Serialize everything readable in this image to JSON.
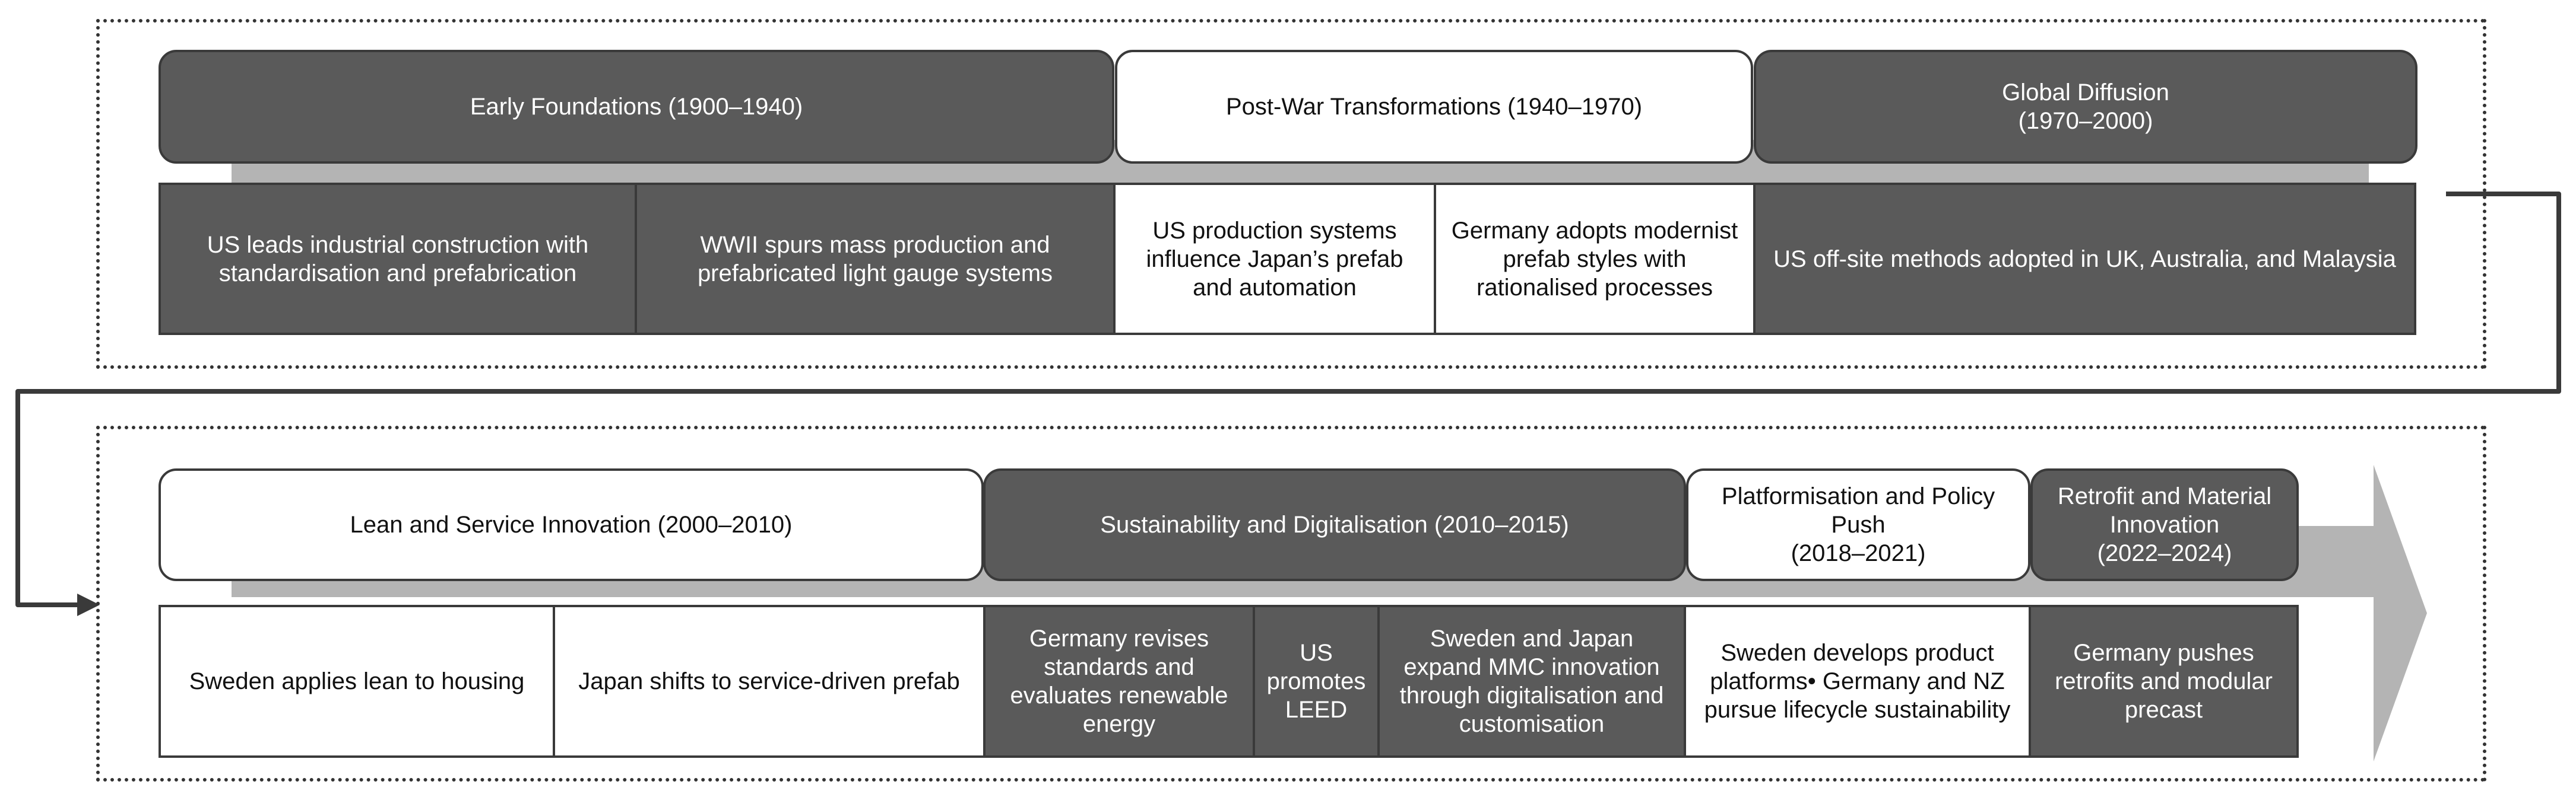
{
  "rows": [
    {
      "headers": [
        {
          "label": "Early Foundations (1900–1940)",
          "style": "dark"
        },
        {
          "label": "Post-War Transformations (1940–1970)",
          "style": "light"
        },
        {
          "label": "Global Diffusion\n(1970–2000)",
          "style": "dark"
        }
      ],
      "events": [
        {
          "text": "US leads industrial construction with standardisation and prefabrication",
          "style": "dark"
        },
        {
          "text": "WWII spurs mass production and prefabricated light gauge systems",
          "style": "dark"
        },
        {
          "text": "US production systems influence Japan’s prefab and automation",
          "style": "light"
        },
        {
          "text": "Germany adopts modernist prefab styles with rationalised processes",
          "style": "light"
        },
        {
          "text": "US off-site methods adopted in UK, Australia, and Malaysia",
          "style": "dark"
        }
      ]
    },
    {
      "headers": [
        {
          "label": "Lean and Service Innovation (2000–2010)",
          "style": "light"
        },
        {
          "label": "Sustainability and Digitalisation (2010–2015)",
          "style": "dark"
        },
        {
          "label": "Platformisation and Policy Push\n(2018–2021)",
          "style": "light"
        },
        {
          "label": "Retrofit and Material Innovation\n(2022–2024)",
          "style": "dark"
        }
      ],
      "events": [
        {
          "text": "Sweden applies lean to housing",
          "style": "light"
        },
        {
          "text": "Japan shifts to service-driven prefab",
          "style": "light"
        },
        {
          "text": "Germany revises standards and evaluates renewable energy",
          "style": "dark"
        },
        {
          "text": "US promotes LEED",
          "style": "dark"
        },
        {
          "text": "Sweden and Japan expand MMC innovation through digitalisation and customisation",
          "style": "dark"
        },
        {
          "text": "Sweden develops product platforms• Germany and NZ pursue lifecycle sustainability",
          "style": "light"
        },
        {
          "text": "Germany pushes retrofits and modular precast",
          "style": "dark"
        }
      ]
    }
  ],
  "colors": {
    "dark": "#5a5a5a",
    "light": "#ffffff",
    "band": "#b4b4b4",
    "border": "#3a3a3a"
  }
}
